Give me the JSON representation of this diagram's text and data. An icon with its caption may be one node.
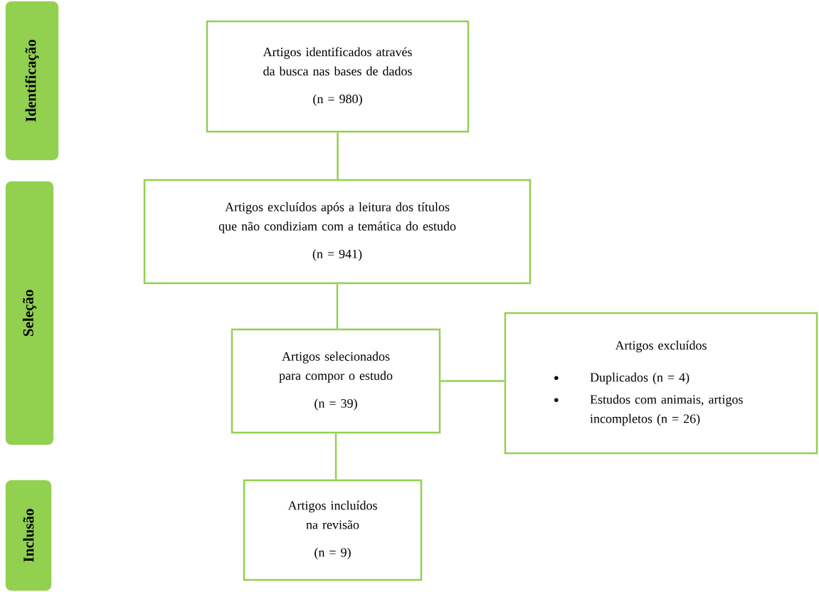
{
  "diagram": {
    "nodes": [
      {
        "text": [
          "Identificação"
        ]
      },
      {
        "text": [
          "Seleção"
        ]
      },
      {
        "text": [
          "Inclusão"
        ]
      },
      {
        "text": [
          "Artigos identificados através da busca nas bases de dados",
          "(n = 980)"
        ]
      },
      {
        "text": [
          "Artigos excluídos após a leitura dos títulos que não condiziam com a temática do estudo",
          "(n = 941)"
        ]
      },
      {
        "text": [
          "Artigos selecionados para compor o estudo",
          "(n = 39)"
        ]
      },
      {
        "text": [
          "Artigos excluídos",
          "Duplicados (n = 4)",
          "Estudos com animais, artigos incompletos (n = 26)"
        ]
      },
      {
        "text": [
          "Artigos incluídos na revisão",
          "(n = 9)"
        ]
      }
    ],
    "edges": [
      {
        "from": 3,
        "to": 4,
        "arrow": "none"
      },
      {
        "from": 4,
        "to": 5,
        "arrow": "none"
      },
      {
        "from": 5,
        "to": 6,
        "arrow": "none"
      },
      {
        "from": 5,
        "to": 7,
        "arrow": "none"
      }
    ]
  }
}
